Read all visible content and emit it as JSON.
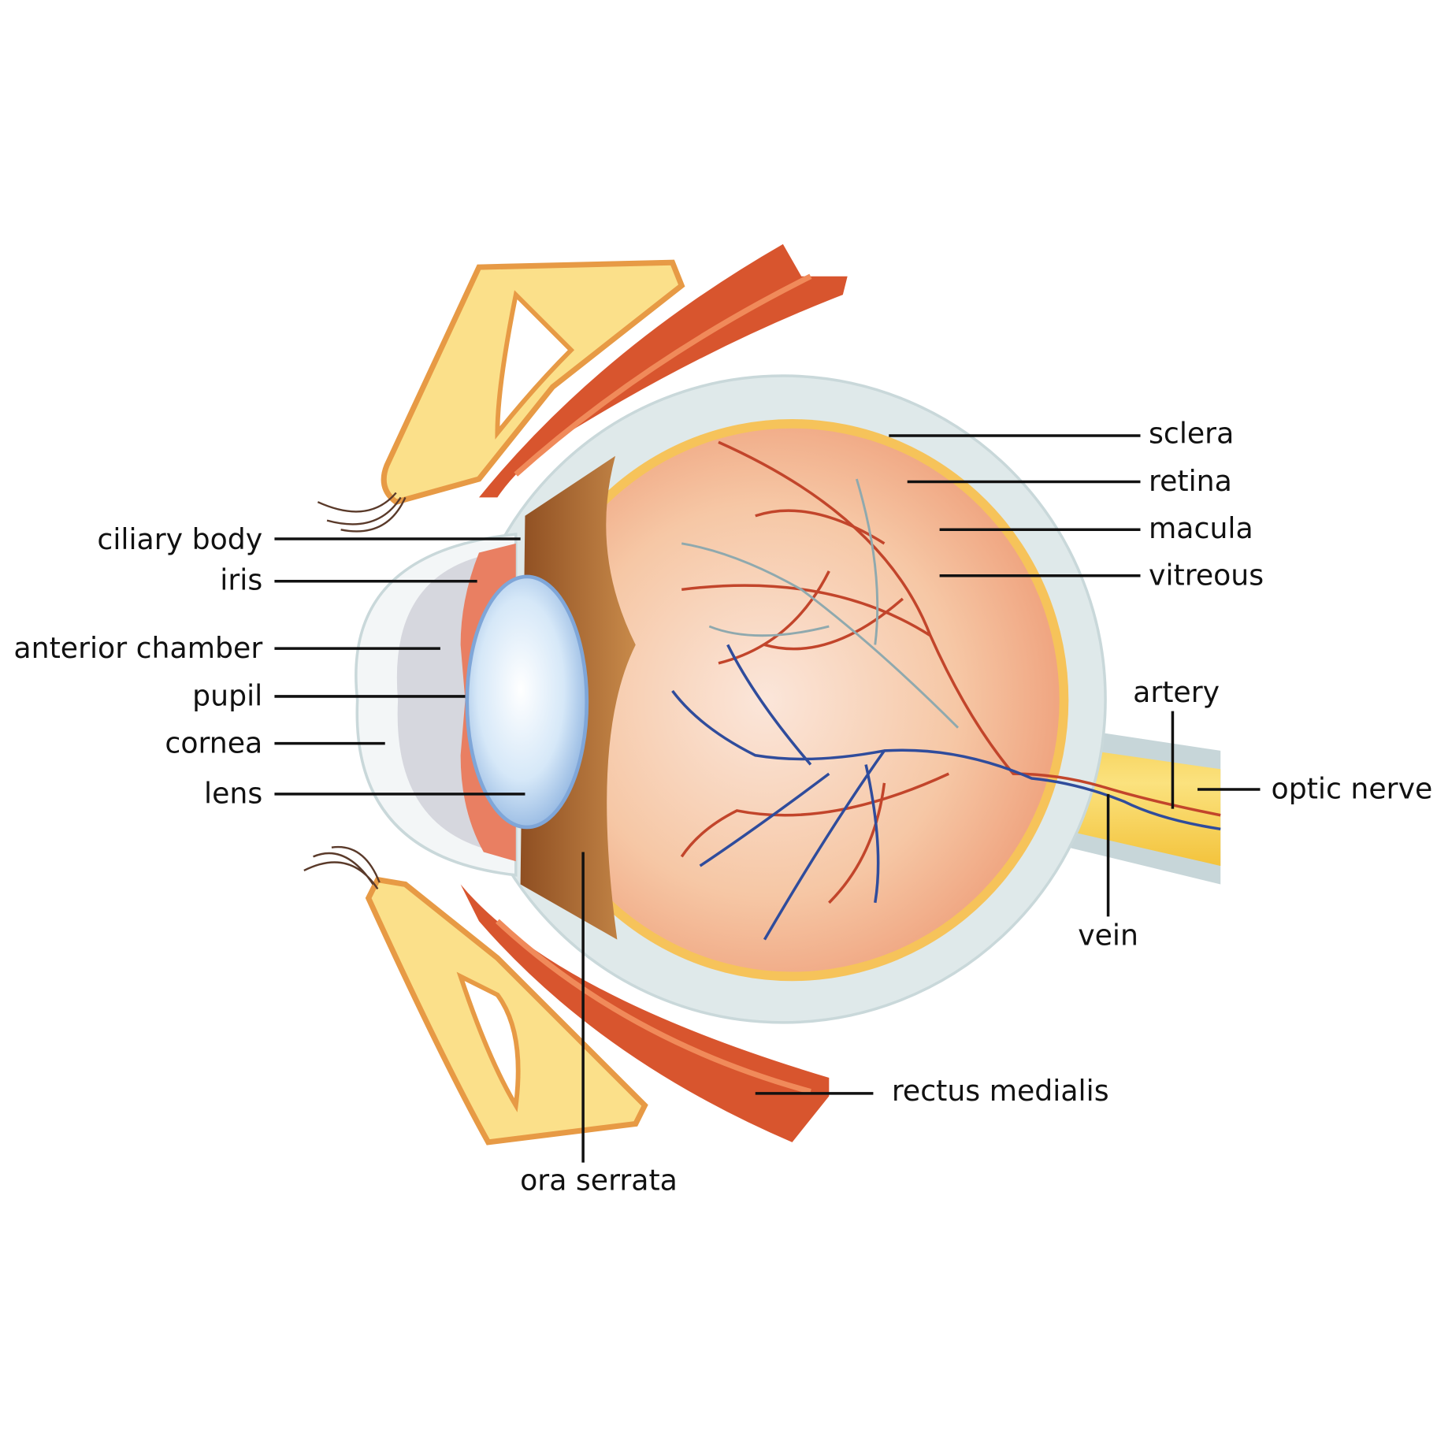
{
  "labels": {
    "ciliary_body": "ciliary body",
    "iris": "iris",
    "anterior_chamber": "anterior chamber",
    "pupil": "pupil",
    "cornea": "cornea",
    "lens": "lens",
    "sclera": "sclera",
    "retina": "retina",
    "macula": "macula",
    "vitreous": "vitreous",
    "artery": "artery",
    "optic_nerve": "optic nerve",
    "vein": "vein",
    "rectus_medialis": "rectus medialis",
    "ora_serrata": "ora serrata"
  },
  "colors": {
    "sclera": "#dfe9ea",
    "retina": "#f2a27e",
    "vitreous": "#f7c9a7",
    "lens": "#bcd8f2",
    "brown_band": "#a9652f",
    "bone": "#fbe08a",
    "muscle": "#d8552e",
    "optic_nerve": "#f6cf4a",
    "artery": "#c2452b",
    "vein": "#2f4c9c"
  }
}
